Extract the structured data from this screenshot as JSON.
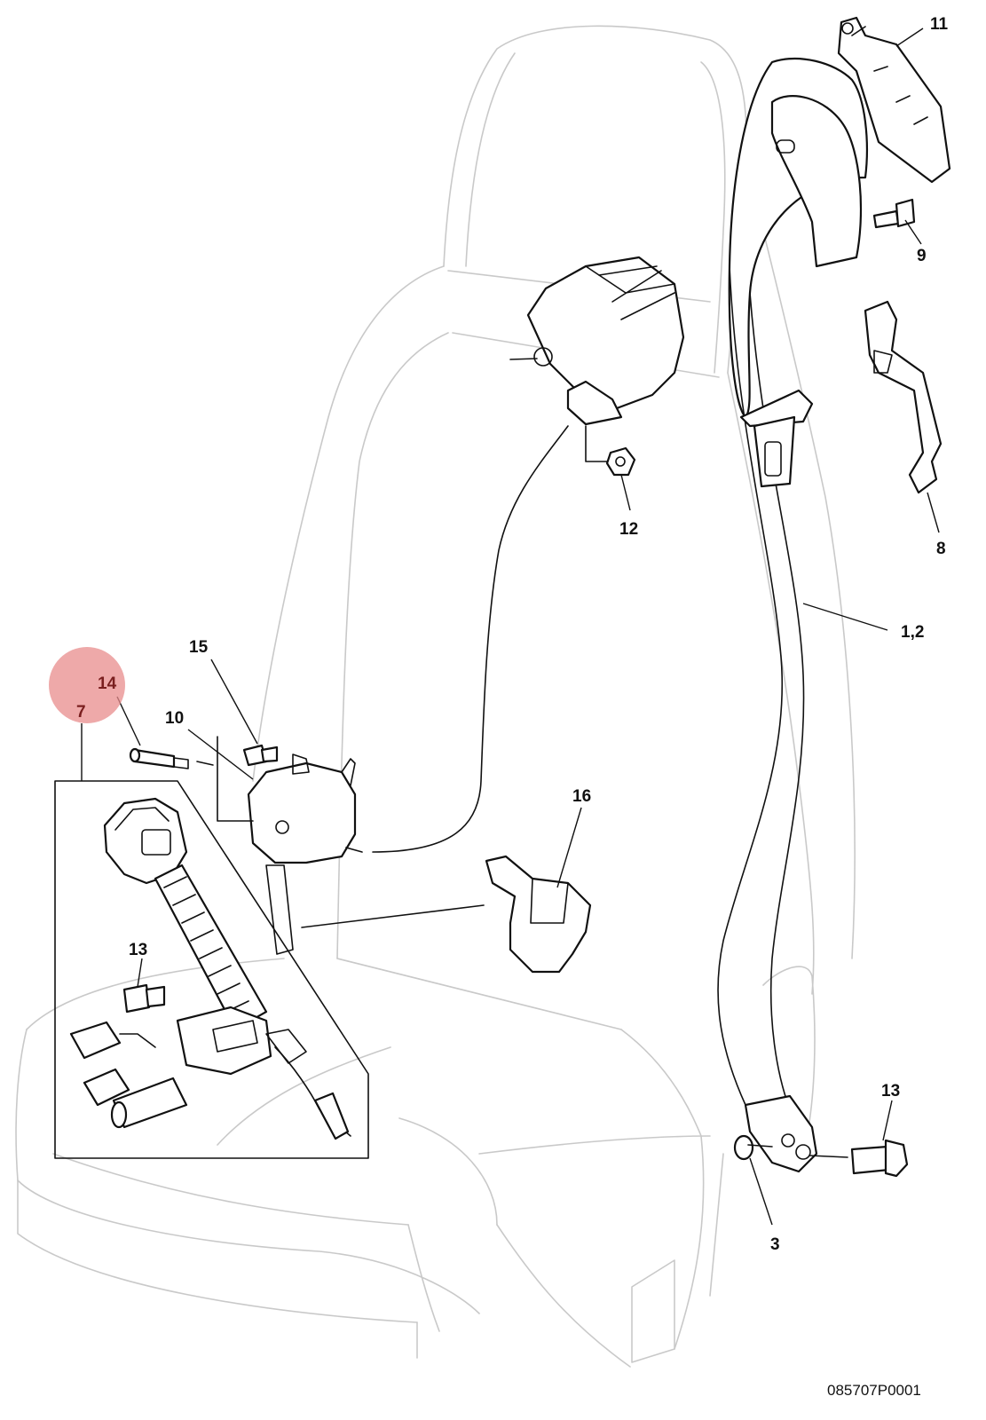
{
  "diagram": {
    "drawing_code": "085707P0001",
    "highlight_color": "#e88c8c",
    "callouts": [
      {
        "id": "11",
        "label": "11"
      },
      {
        "id": "9",
        "label": "9"
      },
      {
        "id": "8",
        "label": "8"
      },
      {
        "id": "12",
        "label": "12"
      },
      {
        "id": "1_2",
        "label": "1,2"
      },
      {
        "id": "15",
        "label": "15"
      },
      {
        "id": "14",
        "label": "14",
        "highlighted": true
      },
      {
        "id": "7",
        "label": "7"
      },
      {
        "id": "10",
        "label": "10"
      },
      {
        "id": "16",
        "label": "16"
      },
      {
        "id": "13a",
        "label": "13"
      },
      {
        "id": "13b",
        "label": "13"
      },
      {
        "id": "3",
        "label": "3"
      }
    ]
  }
}
